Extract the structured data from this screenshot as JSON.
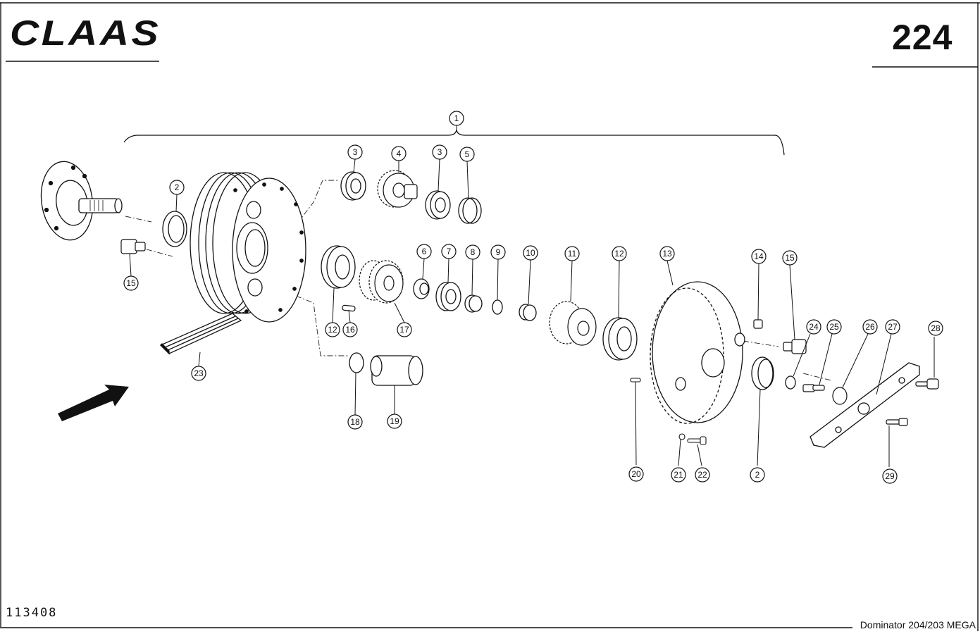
{
  "header": {
    "brand": "CLAAS",
    "page_number": "224"
  },
  "footer": {
    "drawing_id": "113408",
    "model": "Dominator 204/203 MEGA"
  },
  "callouts": [
    {
      "id": "c1",
      "label": "1"
    },
    {
      "id": "c2a",
      "label": "2"
    },
    {
      "id": "c3a",
      "label": "3"
    },
    {
      "id": "c4",
      "label": "4"
    },
    {
      "id": "c3b",
      "label": "3"
    },
    {
      "id": "c5",
      "label": "5"
    },
    {
      "id": "c15a",
      "label": "15"
    },
    {
      "id": "c6",
      "label": "6"
    },
    {
      "id": "c7",
      "label": "7"
    },
    {
      "id": "c8",
      "label": "8"
    },
    {
      "id": "c9",
      "label": "9"
    },
    {
      "id": "c10",
      "label": "10"
    },
    {
      "id": "c11",
      "label": "11"
    },
    {
      "id": "c12b",
      "label": "12"
    },
    {
      "id": "c13",
      "label": "13"
    },
    {
      "id": "c14",
      "label": "14"
    },
    {
      "id": "c15b",
      "label": "15"
    },
    {
      "id": "c12a",
      "label": "12"
    },
    {
      "id": "c16",
      "label": "16"
    },
    {
      "id": "c17",
      "label": "17"
    },
    {
      "id": "c23",
      "label": "23"
    },
    {
      "id": "c18",
      "label": "18"
    },
    {
      "id": "c19",
      "label": "19"
    },
    {
      "id": "c24",
      "label": "24"
    },
    {
      "id": "c25",
      "label": "25"
    },
    {
      "id": "c26",
      "label": "26"
    },
    {
      "id": "c27",
      "label": "27"
    },
    {
      "id": "c28",
      "label": "28"
    },
    {
      "id": "c20",
      "label": "20"
    },
    {
      "id": "c21",
      "label": "21"
    },
    {
      "id": "c22",
      "label": "22"
    },
    {
      "id": "c2b",
      "label": "2"
    },
    {
      "id": "c29",
      "label": "29"
    }
  ]
}
